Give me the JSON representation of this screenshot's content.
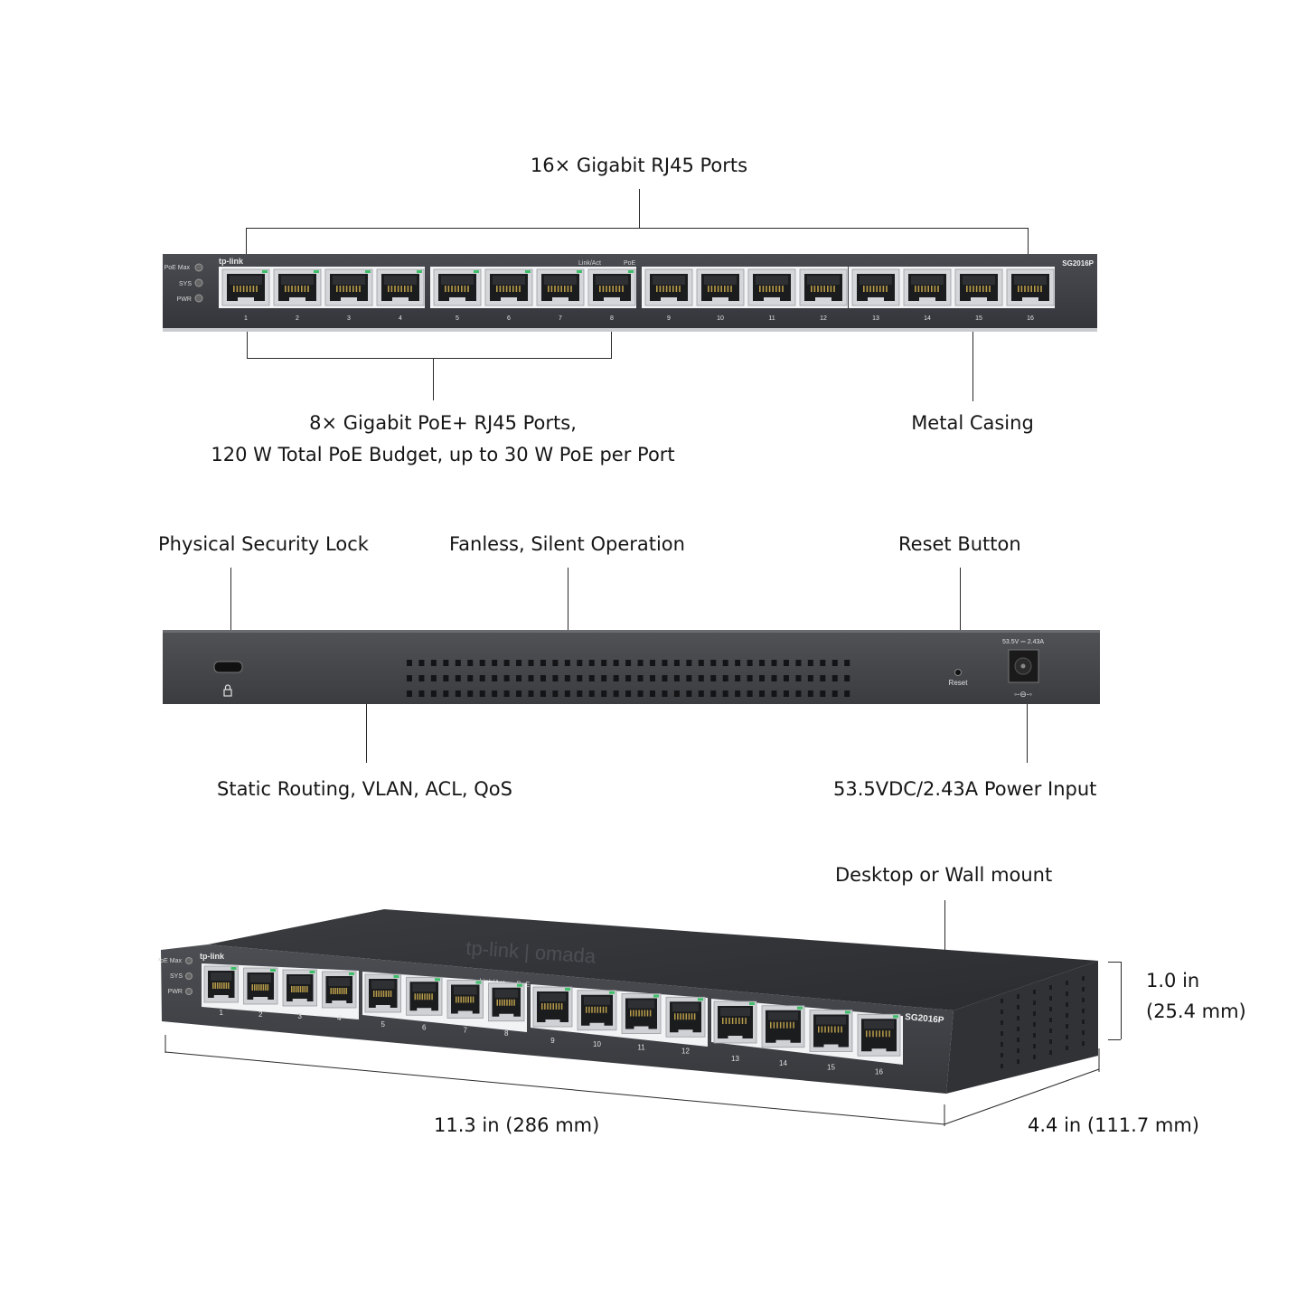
{
  "callouts": {
    "gigabit_ports": "16× Gigabit RJ45 Ports",
    "poe_ports_line1": "8× Gigabit PoE+ RJ45 Ports,",
    "poe_ports_line2": "120 W Total PoE Budget, up to 30 W PoE per Port",
    "metal_casing": "Metal Casing",
    "security_lock": "Physical Security Lock",
    "fanless": "Fanless, Silent Operation",
    "reset_button": "Reset Button",
    "routing": "Static Routing, VLAN, ACL, QoS",
    "power_input": "53.5VDC/2.43A Power Input",
    "mount": "Desktop or Wall mount",
    "height_in": "1.0 in",
    "height_mm": "(25.4 mm)",
    "width": "11.3 in (286 mm)",
    "depth": "4.4 in (111.7 mm)"
  },
  "front_panel": {
    "brand": "tp-link",
    "model": "SG2016P",
    "leds": [
      "PoE Max",
      "SYS",
      "PWR"
    ],
    "link_act": "Link/Act",
    "poe": "PoE",
    "ports": [
      "1",
      "2",
      "3",
      "4",
      "5",
      "6",
      "7",
      "8",
      "9",
      "10",
      "11",
      "12",
      "13",
      "14",
      "15",
      "16"
    ]
  },
  "rear_panel": {
    "reset_label": "Reset",
    "power_rating": "53.5V ⎓ 2.43A",
    "polarity": "◦-⊖-◦"
  },
  "top_logo": "tp-link | omada",
  "colors": {
    "chassis": "#3b3d41",
    "chassis_dark": "#2c2e31",
    "port_frame": "#e9ebee",
    "port_green": "#3fbf6a",
    "line": "#2a2a2a"
  }
}
